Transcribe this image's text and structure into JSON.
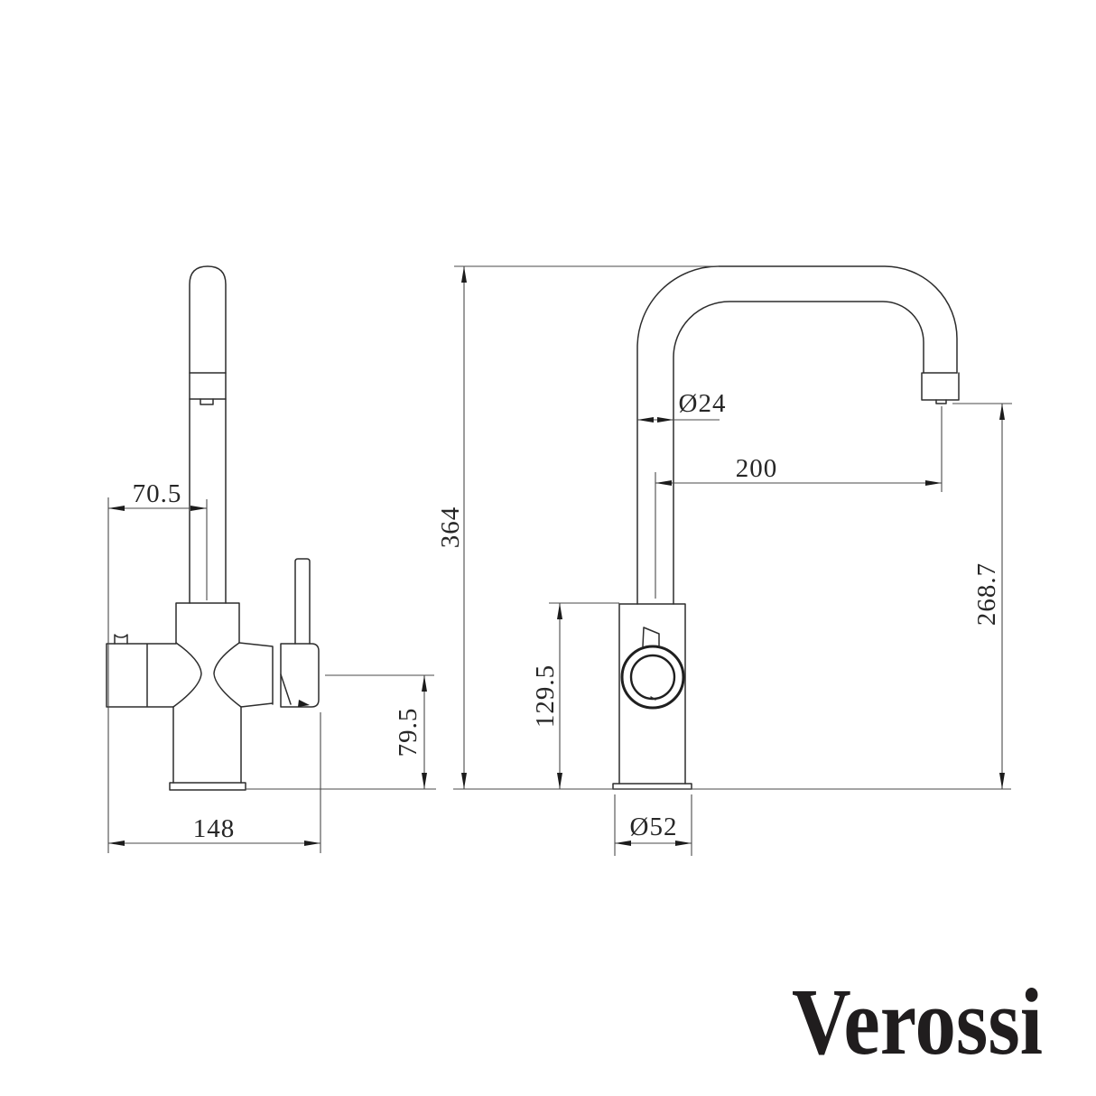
{
  "front_view": {
    "dimensions": {
      "spout_center_offset": "70.5",
      "overall_width": "148",
      "handle_axis_height": "79.5"
    }
  },
  "side_view": {
    "dimensions": {
      "overall_height": "364",
      "spout_tube_diameter": "Ø24",
      "spout_reach": "200",
      "outlet_height": "268.7",
      "body_height": "129.5",
      "base_diameter": "Ø52"
    }
  },
  "brand": {
    "logo_text": "Verossi"
  },
  "colors": {
    "object_line": "#2d2d2d",
    "dimension_line": "#4a4a4a",
    "dimension_text": "#262626",
    "logo_text": "#201d1e",
    "background": "#ffffff"
  }
}
